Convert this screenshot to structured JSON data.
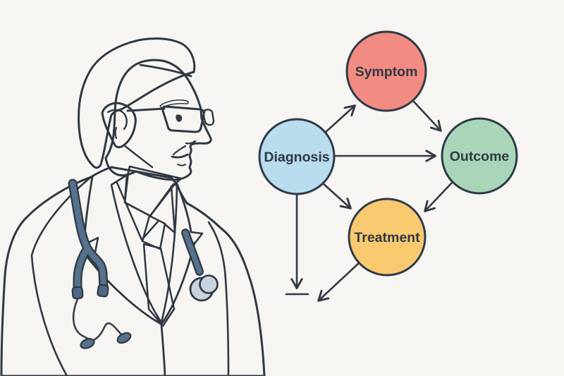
{
  "diagram": {
    "nodes": [
      {
        "id": "diagnosis",
        "label": "Diagnosis",
        "fill": "#B9DCEF"
      },
      {
        "id": "symptom",
        "label": "Symptom",
        "fill": "#F28C82"
      },
      {
        "id": "outcome",
        "label": "Outcome",
        "fill": "#A9D6B9"
      },
      {
        "id": "treatment",
        "label": "Treatment",
        "fill": "#F8C96F"
      }
    ],
    "edges": [
      {
        "from": "Diagnosis",
        "to": "Symptom"
      },
      {
        "from": "Diagnosis",
        "to": "Outcome"
      },
      {
        "from": "Symptom",
        "to": "Outcome"
      },
      {
        "from": "Diagnosis",
        "to": "Treatment"
      },
      {
        "from": "Outcome",
        "to": "Treatment"
      },
      {
        "from": "Diagnosis",
        "to": null,
        "terminal": "arrow-into-bar"
      },
      {
        "from": "Treatment",
        "to": null,
        "terminal": "open-arrow"
      }
    ],
    "edge_color": "#333A45",
    "node_stroke": "#2F3A47",
    "label_color": "#313843"
  },
  "illustration": {
    "palette": {
      "background": "#F6F5F1",
      "outline": "#2F3842",
      "skin": "#F6C9A6",
      "hair": "#6B5C52",
      "coat": "#EDF1F7",
      "shirt": "#A9D4F0",
      "tie": "#4A6F9E",
      "stethoscope": "#56718E",
      "stethoscope_dark": "#4E6786",
      "chestpiece": "#C9D3DF",
      "lens": "#E9EFF4"
    }
  }
}
